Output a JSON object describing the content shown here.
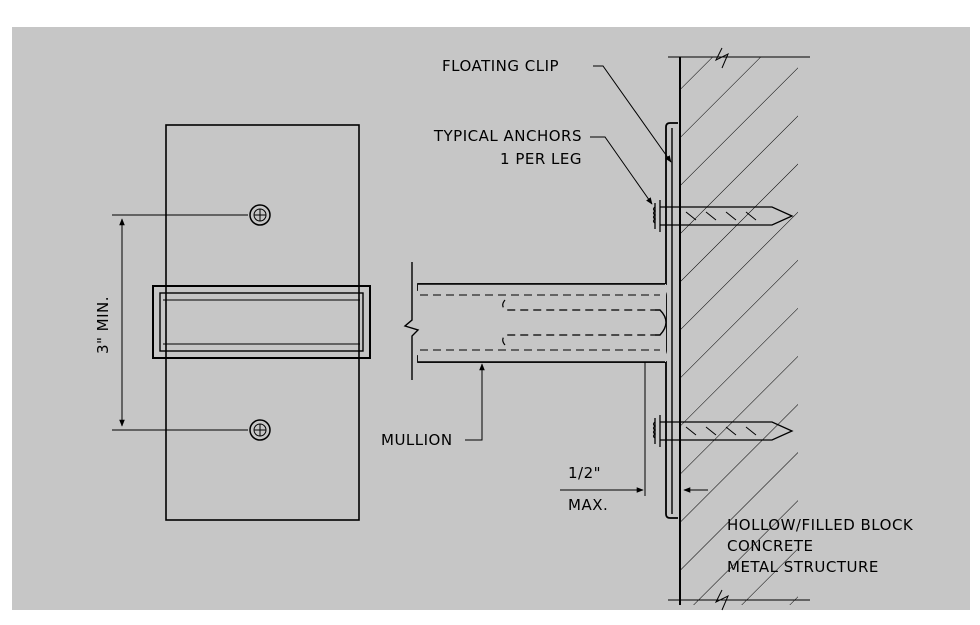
{
  "colors": {
    "sheet": "#ffffff",
    "panel": "#c6c6c6",
    "ink": "#000000"
  },
  "labels": {
    "floating_clip": "FLOATING CLIP",
    "typical_anchors_line1": "TYPICAL ANCHORS",
    "typical_anchors_line2": "1 PER LEG",
    "mullion": "MULLION",
    "dim_max_value": "1/2\"",
    "dim_max_suffix": "MAX.",
    "dim_min": "3\" MIN.",
    "substrate_line1": "HOLLOW/FILLED BLOCK",
    "substrate_line2": "CONCRETE",
    "substrate_line3": "METAL STRUCTURE"
  }
}
